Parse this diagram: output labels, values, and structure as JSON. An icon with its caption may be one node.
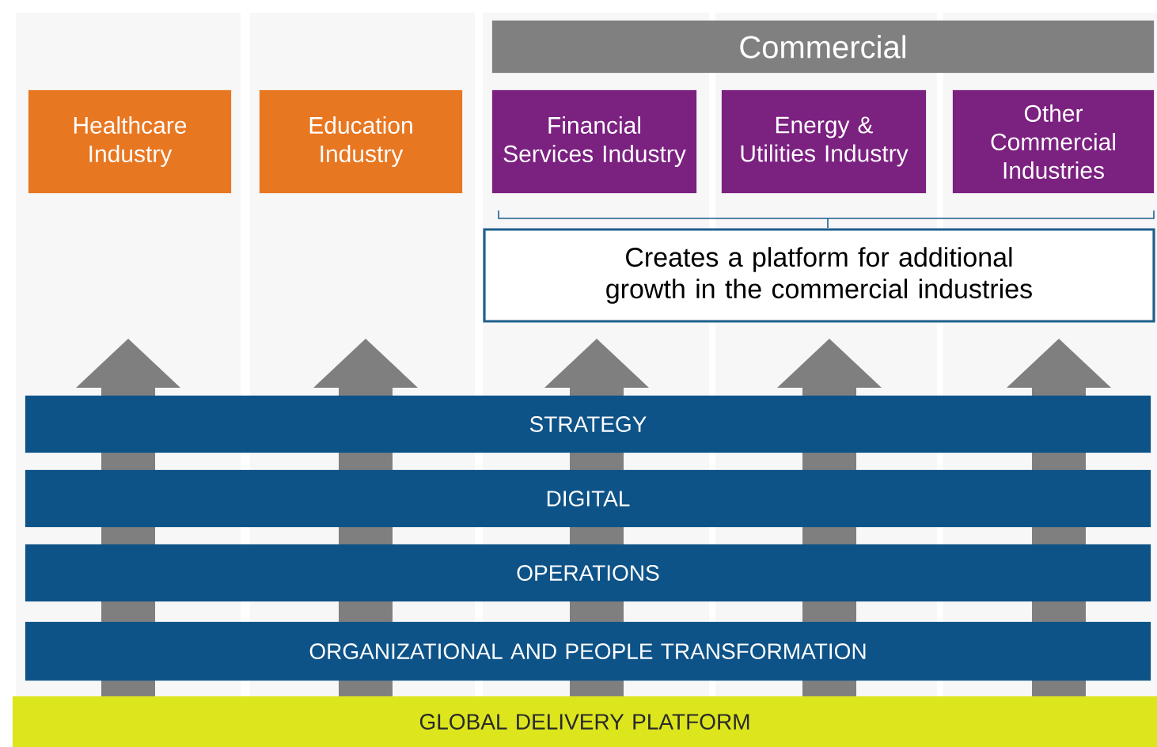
{
  "diagram": {
    "nodes": [
      {
        "text": [
          "Commercial"
        ]
      },
      {
        "text": [
          "Healthcare Industry"
        ]
      },
      {
        "text": [
          "Education Industry"
        ]
      },
      {
        "text": [
          "Financial Services Industry"
        ]
      },
      {
        "text": [
          "Energy & Utilities Industry"
        ]
      },
      {
        "text": [
          "Other Commercial Industries"
        ]
      },
      {
        "text": [
          "Creates a platform for additional growth in the commercial industries"
        ]
      },
      {
        "text": [
          "STRATEGY"
        ]
      },
      {
        "text": [
          "DIGITAL"
        ]
      },
      {
        "text": [
          "OPERATIONS"
        ]
      },
      {
        "text": [
          "ORGANIZATIONAL AND PEOPLE TRANSFORMATION"
        ]
      },
      {
        "text": [
          "GLOBAL DELIVERY PLATFORM"
        ]
      }
    ]
  }
}
